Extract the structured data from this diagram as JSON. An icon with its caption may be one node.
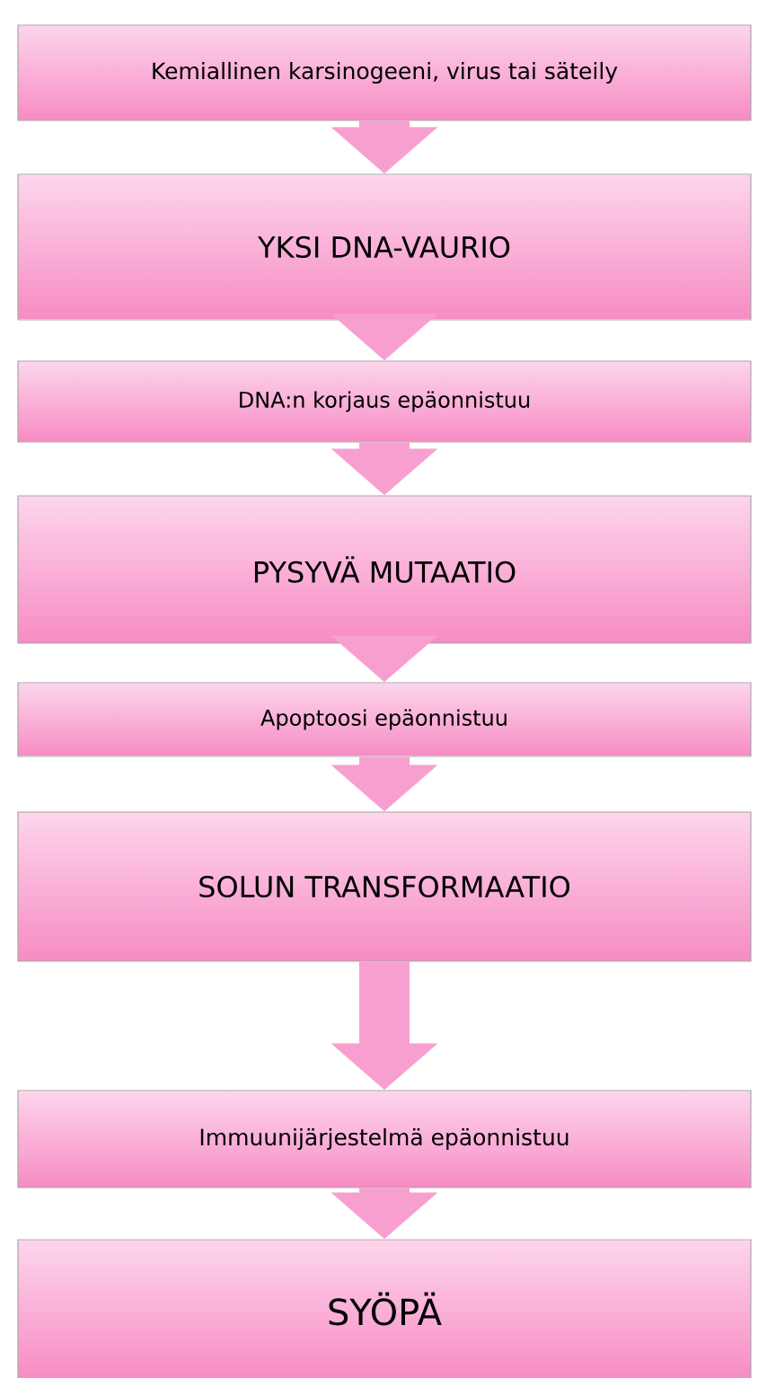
{
  "diagram": {
    "nodes": [
      {
        "text": [
          "Kemiallinen karsinogeeni, virus tai säteily"
        ]
      },
      {
        "text": [
          "YKSI DNA-VAURIO"
        ]
      },
      {
        "text": [
          "DNA:n korjaus epäonnistuu"
        ]
      },
      {
        "text": [
          "PYSYVÄ MUTAATIO"
        ]
      },
      {
        "text": [
          "Apoptoosi epäonnistuu"
        ]
      },
      {
        "text": [
          "SOLUN TRANSFORMAATIO"
        ]
      },
      {
        "text": [
          "Immuunijärjestelmä epäonnistuu"
        ]
      },
      {
        "text": [
          "SYÖPÄ"
        ]
      }
    ],
    "edges": [
      {
        "from": 0,
        "to": 1,
        "arrow": "to"
      },
      {
        "from": 1,
        "to": 2,
        "arrow": "to"
      },
      {
        "from": 2,
        "to": 3,
        "arrow": "to"
      },
      {
        "from": 3,
        "to": 4,
        "arrow": "to"
      },
      {
        "from": 4,
        "to": 5,
        "arrow": "to"
      },
      {
        "from": 5,
        "to": 6,
        "arrow": "to"
      },
      {
        "from": 6,
        "to": 7,
        "arrow": "to"
      }
    ]
  }
}
